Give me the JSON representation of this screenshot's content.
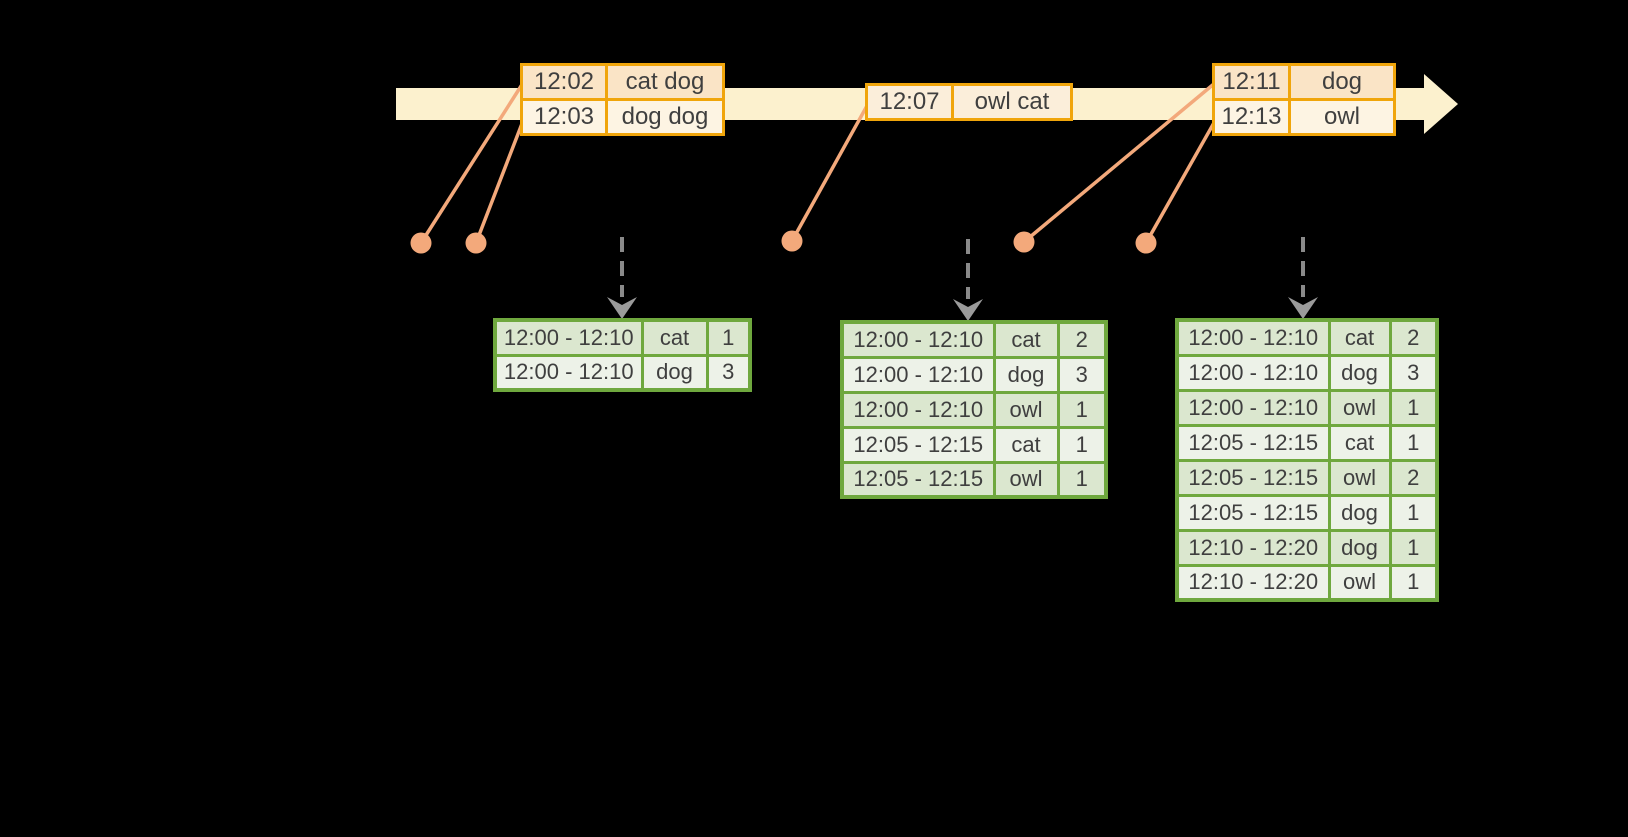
{
  "colors": {
    "background": "#000000",
    "timeline_fill": "#FCF1CE",
    "orange_border": "#F0A50B",
    "orange_row_dark": "#FAE4C6",
    "orange_row_light": "#FDF4E3",
    "orange_row_mid": "#FBEEDA",
    "salmon": "#F3A97B",
    "green_border": "#6FA83E",
    "green_row_dark": "#DBE7CF",
    "green_row_light": "#EDF2E8",
    "dash_gray": "#8A8A8A",
    "arrowhead_gray": "#9B9B9B",
    "text": "#3F3F3F"
  },
  "event_tables": [
    {
      "rows": [
        {
          "time": "12:02",
          "words": "cat dog"
        },
        {
          "time": "12:03",
          "words": "dog dog"
        }
      ]
    },
    {
      "rows": [
        {
          "time": "12:07",
          "words": "owl cat"
        }
      ]
    },
    {
      "rows": [
        {
          "time": "12:11",
          "words": "dog"
        },
        {
          "time": "12:13",
          "words": "owl"
        }
      ]
    }
  ],
  "result_tables": [
    {
      "rows": [
        {
          "window": "12:00 - 12:10",
          "word": "cat",
          "count": "1"
        },
        {
          "window": "12:00 - 12:10",
          "word": "dog",
          "count": "3"
        }
      ]
    },
    {
      "rows": [
        {
          "window": "12:00 - 12:10",
          "word": "cat",
          "count": "2"
        },
        {
          "window": "12:00 - 12:10",
          "word": "dog",
          "count": "3"
        },
        {
          "window": "12:00 - 12:10",
          "word": "owl",
          "count": "1"
        },
        {
          "window": "12:05 - 12:15",
          "word": "cat",
          "count": "1"
        },
        {
          "window": "12:05 - 12:15",
          "word": "owl",
          "count": "1"
        }
      ]
    },
    {
      "rows": [
        {
          "window": "12:00 - 12:10",
          "word": "cat",
          "count": "2"
        },
        {
          "window": "12:00 - 12:10",
          "word": "dog",
          "count": "3"
        },
        {
          "window": "12:00 - 12:10",
          "word": "owl",
          "count": "1"
        },
        {
          "window": "12:05 - 12:15",
          "word": "cat",
          "count": "1"
        },
        {
          "window": "12:05 - 12:15",
          "word": "owl",
          "count": "2"
        },
        {
          "window": "12:05 - 12:15",
          "word": "dog",
          "count": "1"
        },
        {
          "window": "12:10 - 12:20",
          "word": "dog",
          "count": "1"
        },
        {
          "window": "12:10 - 12:20",
          "word": "owl",
          "count": "1"
        }
      ]
    }
  ]
}
